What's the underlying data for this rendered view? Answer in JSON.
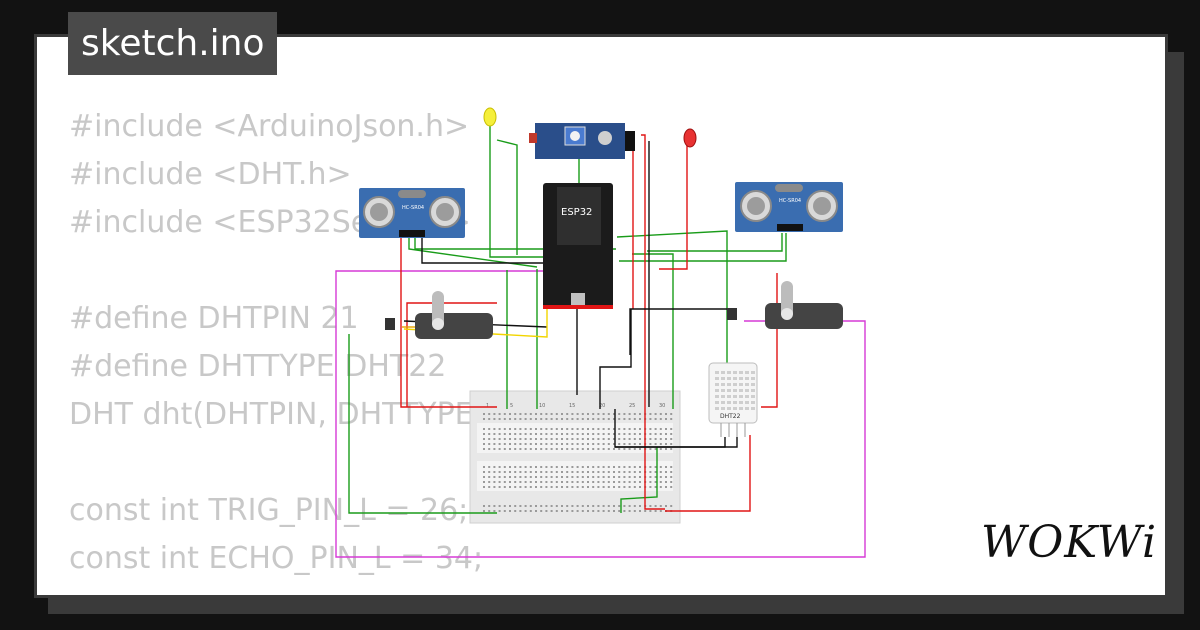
{
  "window": {
    "title": "sketch.ino"
  },
  "code_lines": [
    "#include <ArduinoJson.h>",
    "#include <DHT.h>",
    "#include <ESP32Servo.h>",
    "",
    "#define DHTPIN 21",
    "#define DHTTYPE DHT22",
    "DHT dht(DHTPIN, DHTTYPE);",
    "",
    "const int TRIG_PIN_L = 26;",
    "const int ECHO_PIN_L = 34;"
  ],
  "components": {
    "ultrasonic_left_label": "HC-SR04",
    "ultrasonic_right_label": "HC-SR04",
    "mcu_label": "ESP32",
    "dht_label": "DHT22",
    "breadboard_numbers": [
      "1",
      "5",
      "10",
      "15",
      "20",
      "25",
      "30"
    ]
  },
  "brand": {
    "logo": "WOKWi"
  },
  "colors": {
    "background": "#121212",
    "card": "#ffffff",
    "wire_green": "#1a9c1a",
    "wire_red": "#e01515",
    "wire_black": "#111111",
    "wire_magenta": "#d63ad6",
    "wire_yellow": "#f2d500",
    "sensor_blue": "#3a6db0",
    "mcu_black": "#1b1b1b"
  }
}
